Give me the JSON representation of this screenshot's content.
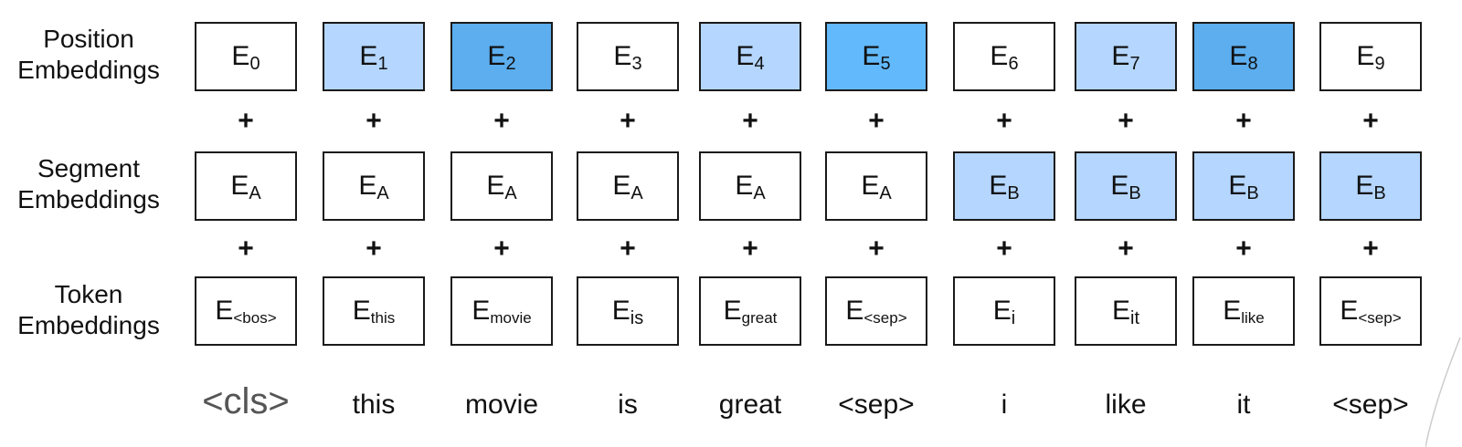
{
  "rows": [
    {
      "key": "position",
      "label": [
        "Position",
        "Embeddings"
      ],
      "base": "E",
      "subs": [
        "0",
        "1",
        "2",
        "3",
        "4",
        "5",
        "6",
        "7",
        "8",
        "9"
      ],
      "fills": [
        "#ffffff",
        "#b4d6ff",
        "#5caeef",
        "#ffffff",
        "#b4d6ff",
        "#62b9fb",
        "#ffffff",
        "#b4d6ff",
        "#5caeef",
        "#ffffff"
      ]
    },
    {
      "key": "segment",
      "label": [
        "Segment",
        "Embeddings"
      ],
      "base": "E",
      "subs": [
        "A",
        "A",
        "A",
        "A",
        "A",
        "A",
        "B",
        "B",
        "B",
        "B"
      ],
      "fills": [
        "#ffffff",
        "#ffffff",
        "#ffffff",
        "#ffffff",
        "#ffffff",
        "#ffffff",
        "#b4d6ff",
        "#b4d6ff",
        "#b4d6ff",
        "#b4d6ff"
      ]
    },
    {
      "key": "token",
      "label": [
        "Token",
        "Embeddings"
      ],
      "base": "E",
      "subs": [
        "<bos>",
        "this",
        "movie",
        "is",
        "great",
        "<sep>",
        "i",
        "it",
        "like",
        "<sep>"
      ],
      "fills": [
        "#ffffff",
        "#ffffff",
        "#ffffff",
        "#ffffff",
        "#ffffff",
        "#ffffff",
        "#ffffff",
        "#ffffff",
        "#ffffff",
        "#ffffff"
      ]
    }
  ],
  "plus_symbol": "+",
  "tokens": [
    "<cls>",
    "this",
    "movie",
    "is",
    "great",
    "<sep>",
    "i",
    "like",
    "it",
    "<sep>"
  ]
}
